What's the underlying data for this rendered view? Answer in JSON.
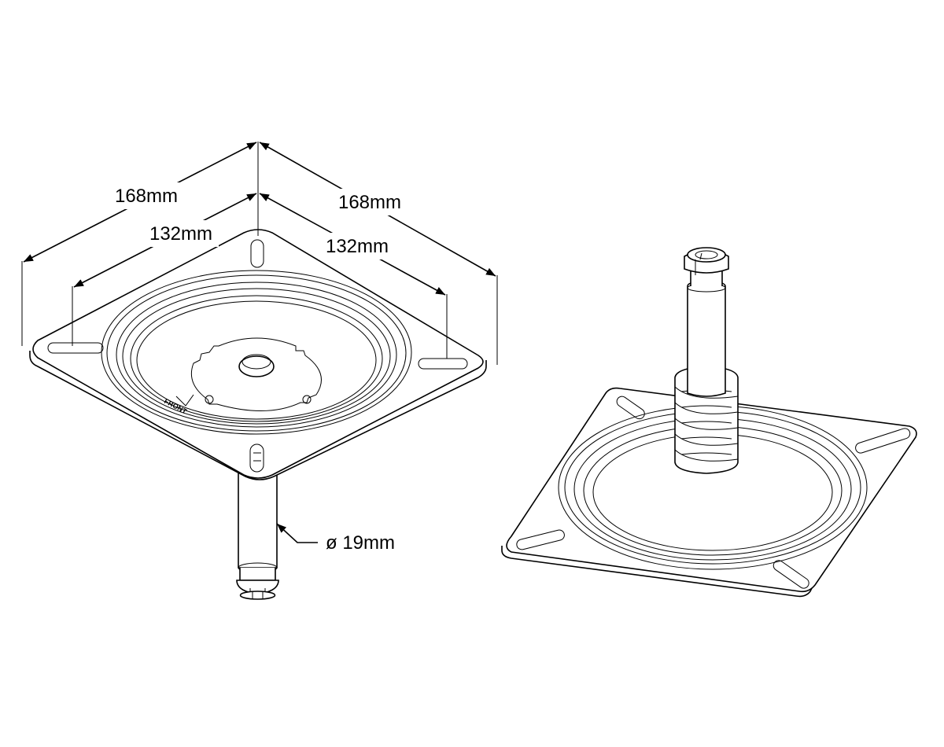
{
  "dimensions": {
    "outer_left": "168mm",
    "outer_right": "168mm",
    "inner_left": "132mm",
    "inner_right": "132mm",
    "shaft_diameter": "ø 19mm"
  },
  "plate_marking": "FRONT"
}
